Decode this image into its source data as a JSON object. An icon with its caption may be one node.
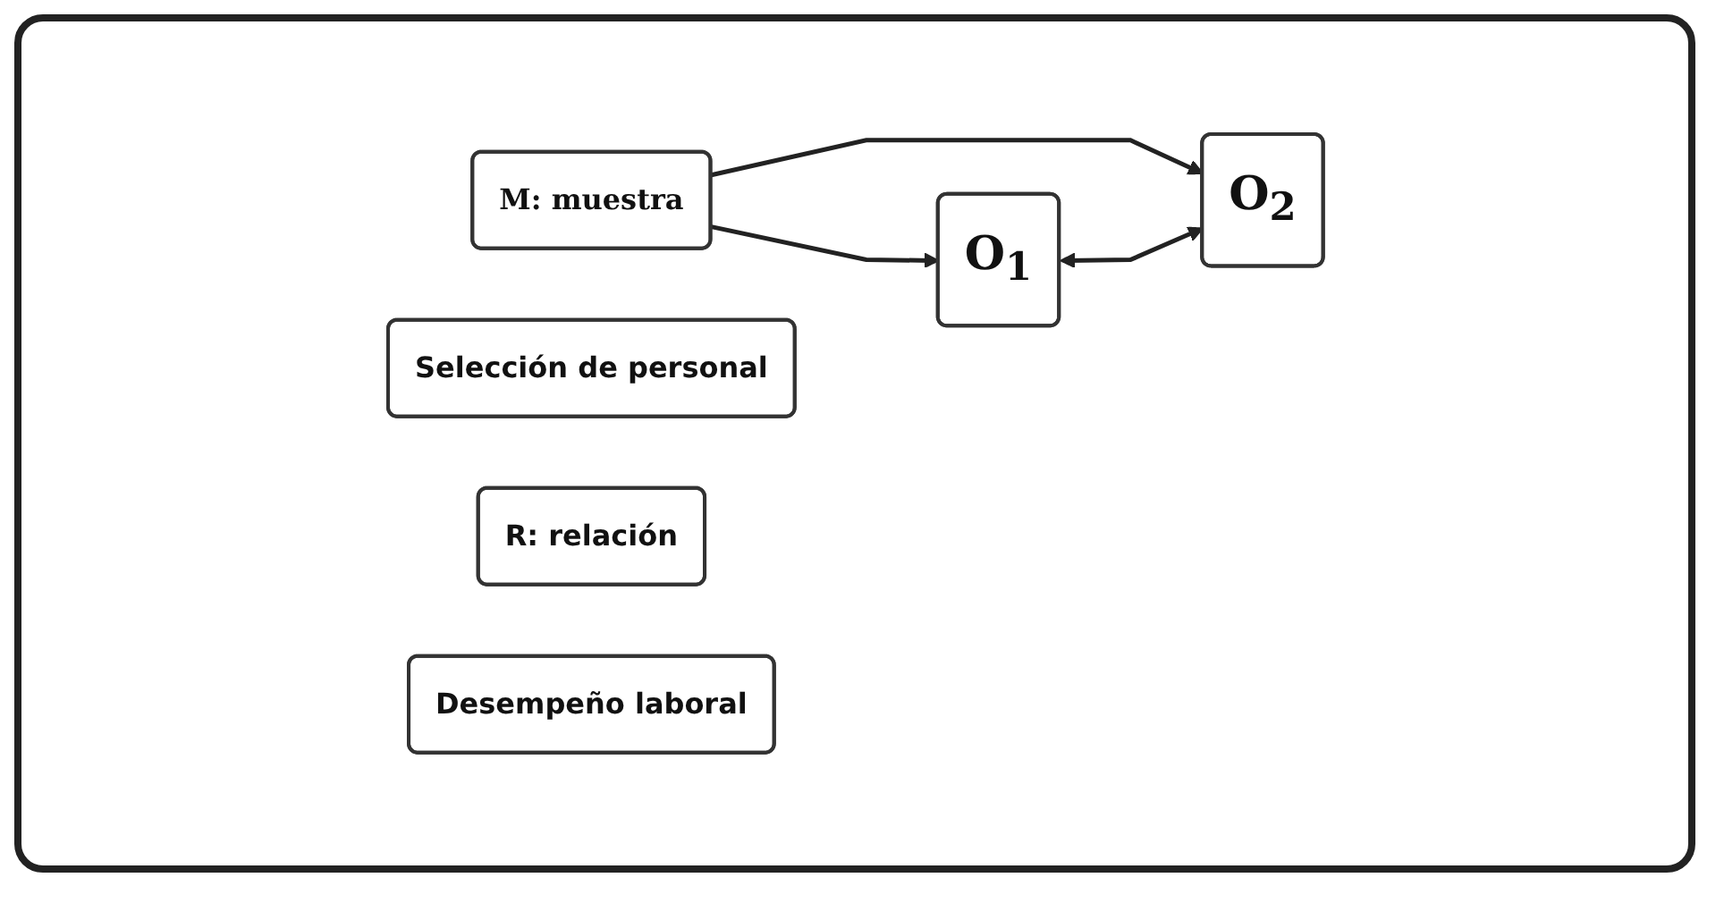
{
  "diagram": {
    "nodes": [
      {
        "text": [
          "M: muestra"
        ]
      },
      {
        "text": [
          "O$_{1}$"
        ]
      },
      {
        "text": [
          "Selección de personal"
        ]
      },
      {
        "text": [
          "R: relación"
        ]
      },
      {
        "text": [
          "O$_{2}$"
        ]
      },
      {
        "text": [
          "Desempeño laboral"
        ]
      }
    ],
    "edges": [
      {
        "from": 0,
        "to": 1,
        "arrow": "to"
      },
      {
        "from": 0,
        "to": 4,
        "arrow": "to"
      },
      {
        "from": 1,
        "to": 4,
        "arrow": "both"
      }
    ]
  }
}
